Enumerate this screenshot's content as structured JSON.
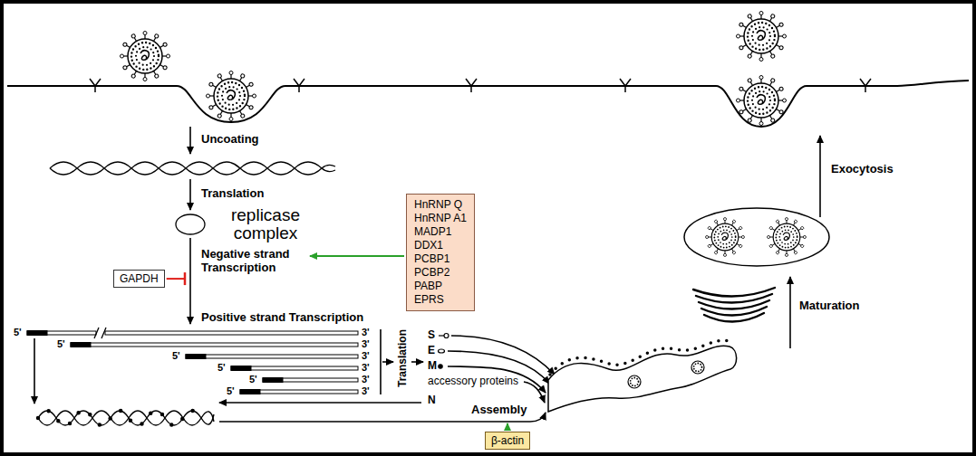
{
  "diagram": {
    "nodes": [
      {
        "text": [
          "GAPDH"
        ]
      },
      {
        "text": [
          "HnRNP Q",
          "HnRNP A1",
          "MADP1",
          "DDX1",
          "PCBP1",
          "PCBP2",
          "PABP",
          "EPRS"
        ]
      },
      {
        "text": [
          "β-actin"
        ]
      }
    ],
    "labels": [
      "Uncoating",
      "Translation",
      "replicase complex",
      "Negative strand Transcription",
      "Positive strand Transcription",
      "5'",
      "3'",
      "5'",
      "3'",
      "5'",
      "3'",
      "5'",
      "3'",
      "5'",
      "3'",
      "5'",
      "3'",
      "Translation",
      "S",
      "E",
      "M",
      "accessory proteins",
      "N",
      "Assembly",
      "Maturation",
      "Exocytosis"
    ]
  }
}
